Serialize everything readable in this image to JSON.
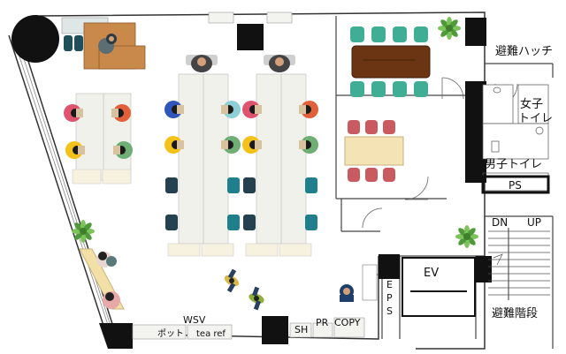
{
  "rooms": {
    "evacuation_hatch": "避難ハッチ",
    "womens_toilet_line1": "女子",
    "womens_toilet_line2": "トイレ",
    "mens_toilet": "男子トイレ",
    "pipe_space": "PS",
    "elevator": "EV",
    "eps": "EPS",
    "emergency_stairs": "避難階段"
  },
  "stairs": {
    "down": "DN",
    "up": "UP"
  },
  "equipment": {
    "wsv": "WSV",
    "pot": "ポット",
    "tea_ref": "tea ref",
    "sh": "SH",
    "pr": "PR",
    "copy": "COPY"
  },
  "colors": {
    "chair_red": "#e0536e",
    "chair_orange": "#e0603a",
    "chair_yellow": "#f2c21a",
    "chair_green": "#6fae74",
    "chair_blue": "#2f56b8",
    "chair_cyan": "#8ccfd6",
    "chair_teal": "#1f7f8c",
    "chair_dark": "#24414f",
    "chair_pink": "#e89aa8",
    "conference_chair": "#3fae95",
    "conference_table": "#6b3412",
    "meeting_chair": "#c95a5f",
    "meeting_table": "#f4e3b4",
    "desk": "#f1f1ec",
    "wood": "#c8894b",
    "column": "#111111"
  }
}
